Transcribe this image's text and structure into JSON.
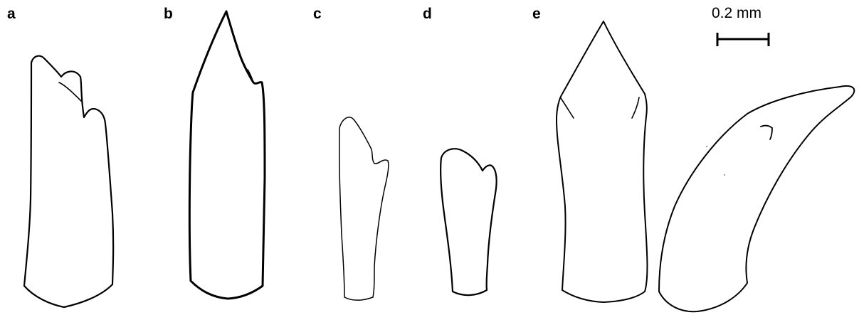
{
  "panels": {
    "a": "a",
    "b": "b",
    "c": "c",
    "d": "d",
    "e": "e"
  },
  "scale_bar": {
    "label": "0.2 mm"
  },
  "colors": {
    "ink": "#000000",
    "background": "#ffffff"
  }
}
